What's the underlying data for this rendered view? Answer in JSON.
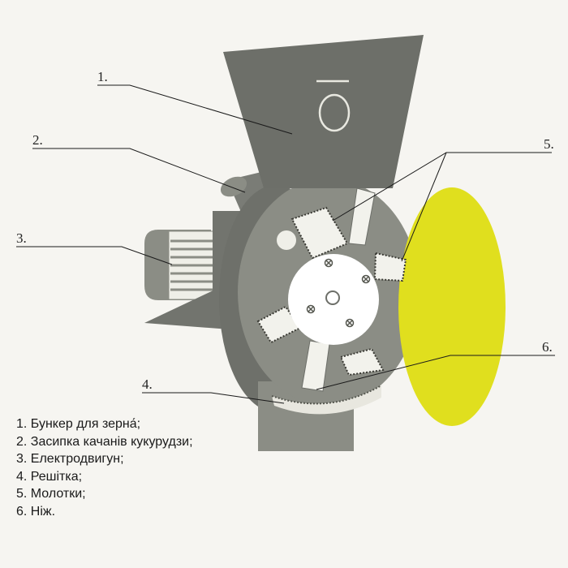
{
  "callouts": {
    "c1": "1.",
    "c2": "2.",
    "c3": "3.",
    "c4": "4.",
    "c5": "5.",
    "c6": "6."
  },
  "legend": [
    "1. Бункер для зерна́;",
    "2. Засипка качанів кукурудзи;",
    "3. Електродвигун;",
    "4. Решітка;",
    "5. Молотки;",
    "6. Ніж."
  ],
  "colors": {
    "body": "#8b8d85",
    "body_dark": "#5f615b",
    "hopper": "#6d6f69",
    "rotor": "#ffffff",
    "yellow_lid": "#e0df1e",
    "background": "#f6f5f1"
  },
  "icons": [
    "circle-o-symbol-icon"
  ]
}
